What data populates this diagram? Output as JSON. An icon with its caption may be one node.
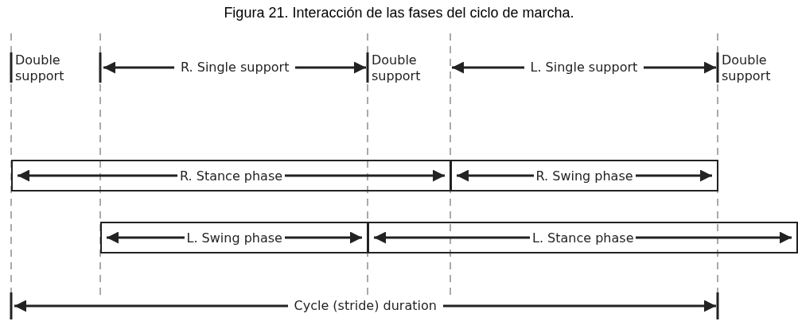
{
  "diagram": {
    "title": "Figura 21. Interacción de las fases del ciclo de marcha.",
    "nodes": [
      {
        "text": [
          "R. Stance phase"
        ]
      },
      {
        "text": [
          "R. Swing phase"
        ]
      },
      {
        "text": [
          "L. Swing phase"
        ]
      },
      {
        "text": [
          "L. Stance phase"
        ]
      }
    ],
    "labels": [
      "Double support",
      "R. Single support",
      "Double support",
      "L. Single support",
      "Double support",
      "Cycle (stride) duration"
    ]
  }
}
